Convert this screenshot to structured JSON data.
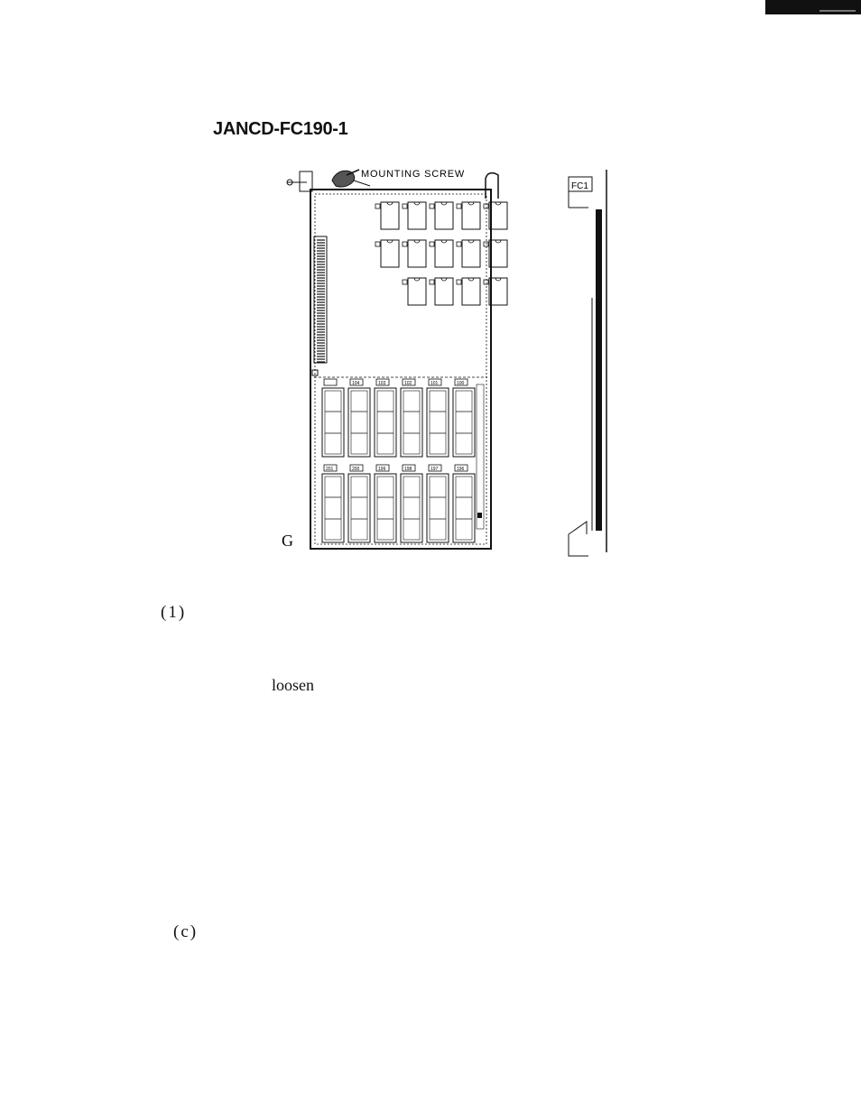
{
  "header": {
    "title": "JANCD-FC190-1"
  },
  "figure": {
    "callout": "MOUNTING SCREW",
    "side_label": "FC1",
    "chip_labels_row1": [
      "104",
      "103",
      "102",
      "101",
      "100"
    ],
    "chip_labels_row2": [
      "201",
      "200",
      "199",
      "198",
      "197",
      "196"
    ]
  },
  "body": {
    "paragraph_number": "(1)",
    "word": "loosen",
    "subparagraph_number": "(c)"
  }
}
